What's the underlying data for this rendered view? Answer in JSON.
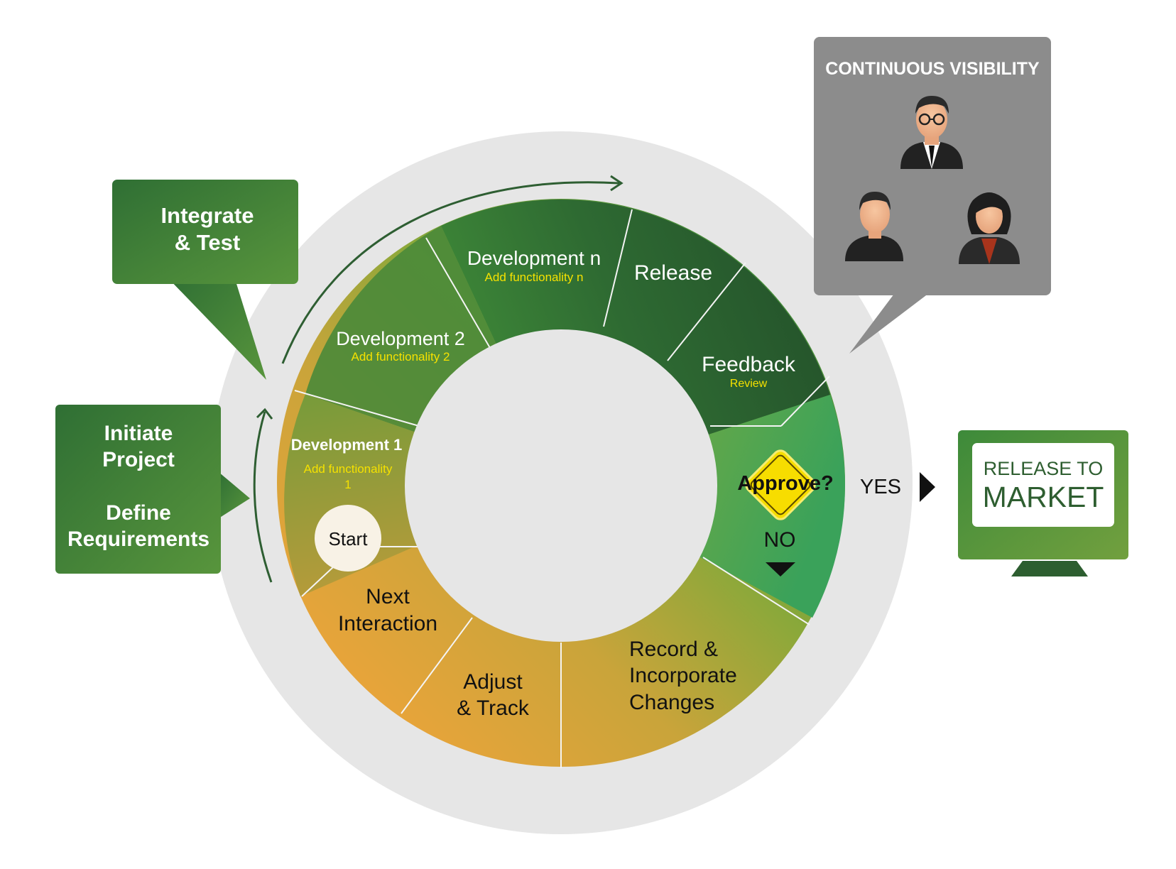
{
  "callouts": {
    "integrate_line1": "Integrate",
    "integrate_line2": "& Test",
    "initiate_line1": "Initiate",
    "initiate_line2": "Project",
    "define_line1": "Define",
    "define_line2": "Requirements"
  },
  "segments": {
    "dev_n_title": "Development n",
    "dev_n_sub": "Add functionality n",
    "release": "Release",
    "feedback_title": "Feedback",
    "feedback_sub": "Review",
    "dev_2_title": "Development 2",
    "dev_2_sub": "Add functionality 2",
    "dev_1_title": "Development 1",
    "dev_1_sub_line1": "Add functionality",
    "dev_1_sub_line2": "1",
    "next_line1": "Next",
    "next_line2": "Interaction",
    "adjust_line1": "Adjust",
    "adjust_line2": "& Track",
    "record_line1": "Record &",
    "record_line2": "Incorporate",
    "record_line3": "Changes"
  },
  "start_label": "Start",
  "decision": {
    "approve": "Approve?",
    "yes": "YES",
    "no": "NO"
  },
  "visibility": {
    "title": "CONTINUOUS VISIBILITY"
  },
  "release_market": {
    "line1": "RELEASE TO",
    "line2": "MARKET"
  },
  "colors": {
    "dark_green": "#26512c",
    "mid_green": "#4a8a3a",
    "light_green": "#7ea43a",
    "orange": "#e8a23a",
    "ring_gray": "#e6e6e6",
    "panel_gray": "#8c8c8c",
    "yellow": "#f5e100"
  }
}
